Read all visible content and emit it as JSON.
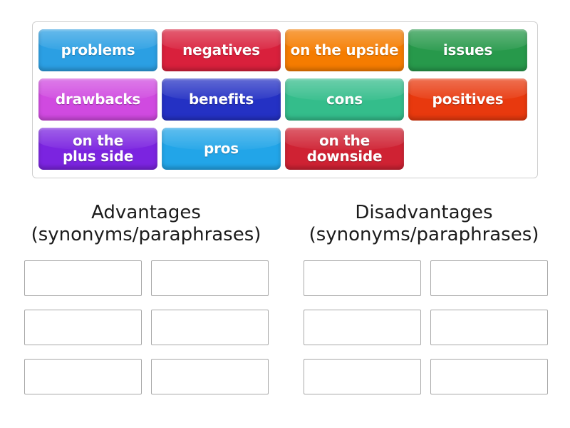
{
  "activity": {
    "type": "drag-and-drop-group-sort",
    "word_bank": {
      "tiles": [
        {
          "label": "problems",
          "color": "#2b9fe3",
          "text_color": "#ffffff"
        },
        {
          "label": "negatives",
          "color": "#d9203c",
          "text_color": "#ffffff"
        },
        {
          "label": "on the upside",
          "color": "#f57c00",
          "text_color": "#ffffff"
        },
        {
          "label": "issues",
          "color": "#27994b",
          "text_color": "#ffffff"
        },
        {
          "label": "drawbacks",
          "color": "#d04ae0",
          "text_color": "#ffffff"
        },
        {
          "label": "benefits",
          "color": "#2431c4",
          "text_color": "#ffffff"
        },
        {
          "label": "cons",
          "color": "#34bd8b",
          "text_color": "#ffffff"
        },
        {
          "label": "positives",
          "color": "#e8390e",
          "text_color": "#ffffff"
        },
        {
          "label": "on the\nplus side",
          "color": "#7b24e0",
          "text_color": "#ffffff"
        },
        {
          "label": "pros",
          "color": "#22a5e8",
          "text_color": "#ffffff"
        },
        {
          "label": "on the\ndownside",
          "color": "#cf2233",
          "text_color": "#ffffff"
        }
      ]
    },
    "columns": [
      {
        "name": "advantages",
        "heading": "Advantages\n(synonyms/paraphrases)",
        "dropzones": [
          "",
          "",
          "",
          "",
          "",
          ""
        ]
      },
      {
        "name": "disadvantages",
        "heading": "Disadvantages\n(synonyms/paraphrases)",
        "dropzones": [
          "",
          "",
          "",
          "",
          "",
          ""
        ]
      }
    ]
  }
}
